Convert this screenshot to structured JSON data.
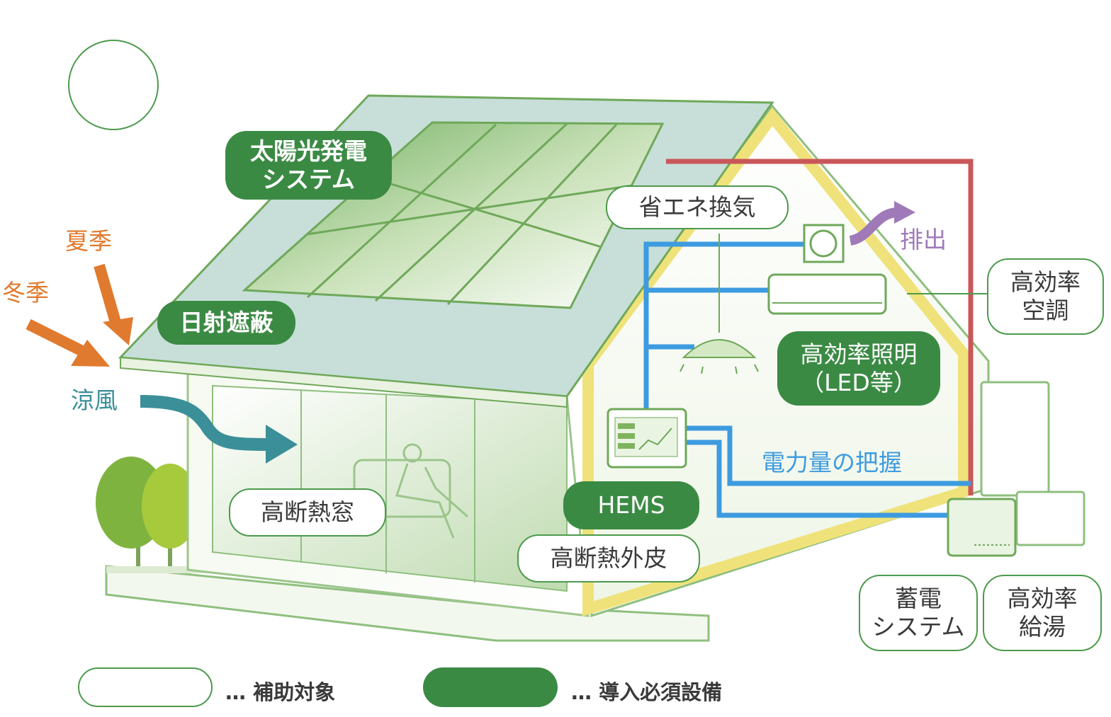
{
  "labels": {
    "solar": [
      "太陽光発電",
      "システム"
    ],
    "shading": "日射遮蔽",
    "ventilation": "省エネ換気",
    "exhaust": "排出",
    "aircon": [
      "高効率",
      "空調"
    ],
    "lighting": [
      "高効率照明",
      "（LED等）"
    ],
    "power_monitor": "電力量の把握",
    "hems": "HEMS",
    "envelope": "高断熱外皮",
    "window": "高断熱窓",
    "summer": "夏季",
    "winter": "冬季",
    "breeze": "涼風",
    "storage": [
      "蓄電",
      "システム"
    ],
    "water_heater": [
      "高効率",
      "給湯"
    ]
  },
  "legend": {
    "subsidy_target": "… 補助対象",
    "required_equipment": "… 導入必須設備"
  },
  "colors": {
    "required_fill": "#3b8a44",
    "subsidy_border": "#4c9a4c",
    "wiring_blue": "#3d9be0",
    "wiring_red": "#c9575a",
    "insulation_yellow": "#f0e27a",
    "summer_orange": "#e07a2e",
    "breeze_teal": "#3b8f98",
    "exhaust_purple": "#a07ab8"
  }
}
